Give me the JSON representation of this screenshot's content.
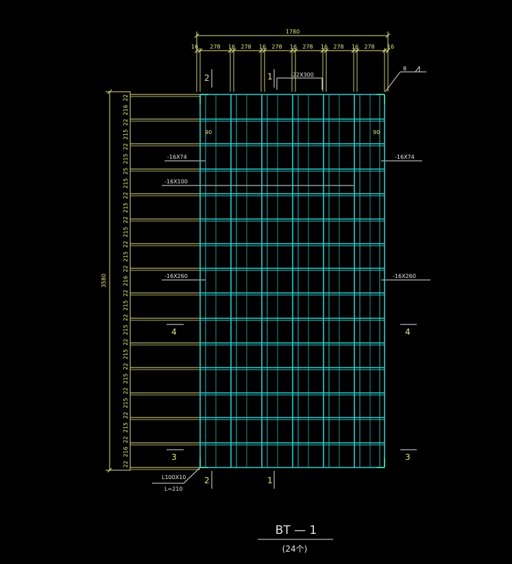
{
  "drawing": {
    "title": "BT — 1",
    "quantity": "(24个)"
  },
  "dims_top": {
    "overall": "1780",
    "segments": [
      "16",
      "278",
      "16",
      "278",
      "16",
      "278",
      "16",
      "278",
      "16",
      "278",
      "16",
      "278",
      "16"
    ]
  },
  "dims_left": {
    "overall": "3580",
    "segments": [
      "22",
      "216",
      "22",
      "215",
      "22",
      "215",
      "25",
      "215",
      "22",
      "215",
      "22",
      "215",
      "22",
      "215",
      "22",
      "216",
      "22",
      "215",
      "22",
      "215",
      "22",
      "215",
      "22",
      "215",
      "22",
      "215",
      "22",
      "215",
      "22",
      "216",
      "22"
    ]
  },
  "labels": {
    "plate_top": "-22X300",
    "plate_16x74_left": "-16X74",
    "plate_16x74_right": "-16X74",
    "plate_16x100": "-16X100",
    "plate_16x260_left": "-16X260",
    "plate_16x260_right": "-16X260",
    "gap_left": "90",
    "gap_right": "90",
    "weld_size": "8",
    "angle_section": "L100X10",
    "angle_length": "L=210"
  },
  "section_marks": {
    "mark_2_top": "2",
    "mark_1_top": "1",
    "mark_2_bottom": "2",
    "mark_1_bottom": "1",
    "mark_4_left": "4",
    "mark_4_right": "4",
    "mark_3_left": "3",
    "mark_3_right": "3"
  },
  "colors": {
    "grid": "#2fd0d0",
    "dimension": "#e5e58c",
    "annotation": "#e6e6e6",
    "corner_angle": "#33cc33",
    "background": "#000000"
  }
}
